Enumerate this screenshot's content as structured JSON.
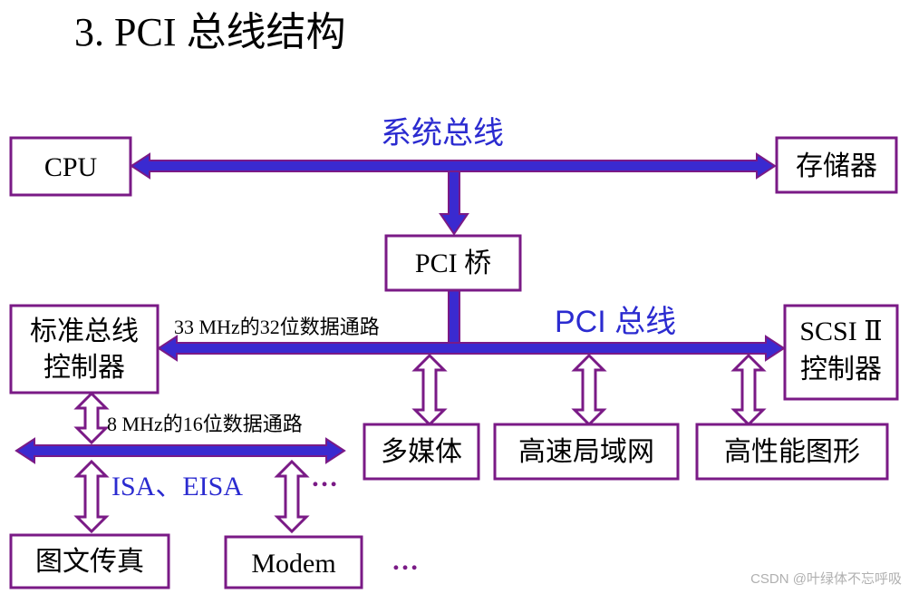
{
  "title": "3. PCI 总线结构",
  "labels": {
    "system_bus": "系统总线",
    "pci_bus": "PCI 总线",
    "pci_path": "33 MHz的32位数据通路",
    "isa_path": "8 MHz的16位数据通路",
    "isa_eisa": "ISA、EISA",
    "dots1": "…",
    "dots2": "…"
  },
  "boxes": {
    "cpu": "CPU",
    "memory": "存储器",
    "pci_bridge": "PCI 桥",
    "std_bus_ctrl_line1": "标准总线",
    "std_bus_ctrl_line2": "控制器",
    "scsi_line1": "SCSI Ⅱ",
    "scsi_line2": "控制器",
    "multimedia": "多媒体",
    "lan": "高速局域网",
    "graphics": "高性能图形",
    "fax": "图文传真",
    "modem": "Modem"
  },
  "watermark": "CSDN @叶绿体不忘呼吸",
  "colors": {
    "bus_fill": "#3a2ad0",
    "bus_outline": "#7a1a86",
    "box_border": "#7a1a86",
    "blue_text": "#2b2bd0"
  }
}
